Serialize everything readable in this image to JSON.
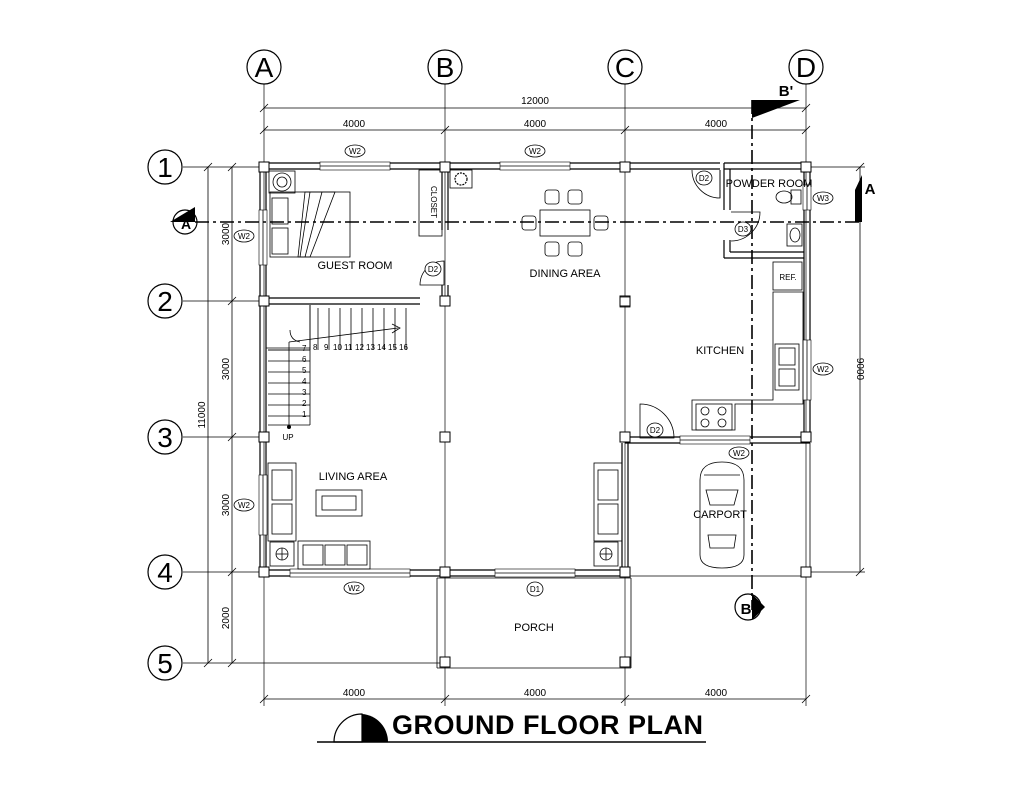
{
  "title": "GROUND FLOOR PLAN",
  "grid_columns": [
    "A",
    "B",
    "C",
    "D"
  ],
  "grid_rows": [
    "1",
    "2",
    "3",
    "4",
    "5"
  ],
  "dimensions": {
    "overall_width": "12000",
    "top_spans": [
      "4000",
      "4000",
      "4000"
    ],
    "bottom_spans": [
      "4000",
      "4000",
      "4000"
    ],
    "left_overall": "11000",
    "left_spans": [
      "3000",
      "3000",
      "3000",
      "2000"
    ],
    "right_overall": "9000"
  },
  "rooms": {
    "guest_room": "GUEST ROOM",
    "closet": "CLOSET",
    "dining_area": "DINING AREA",
    "powder_room": "POWDER ROOM",
    "ref": "REF.",
    "kitchen": "KITCHEN",
    "living_area": "LIVING AREA",
    "carport": "CARPORT",
    "porch": "PORCH",
    "up": "UP"
  },
  "tags": {
    "w2": "W2",
    "w3": "W3",
    "d1": "D1",
    "d2": "D2",
    "d3": "D3"
  },
  "section_marks": {
    "a": "A",
    "b": "B",
    "b_prime": "B'"
  },
  "stair_steps_vertical": [
    "1",
    "2",
    "3",
    "4",
    "5",
    "6",
    "7"
  ],
  "stair_steps_horizontal": [
    "8",
    "9",
    "10",
    "11",
    "12",
    "13",
    "14",
    "15",
    "16"
  ]
}
